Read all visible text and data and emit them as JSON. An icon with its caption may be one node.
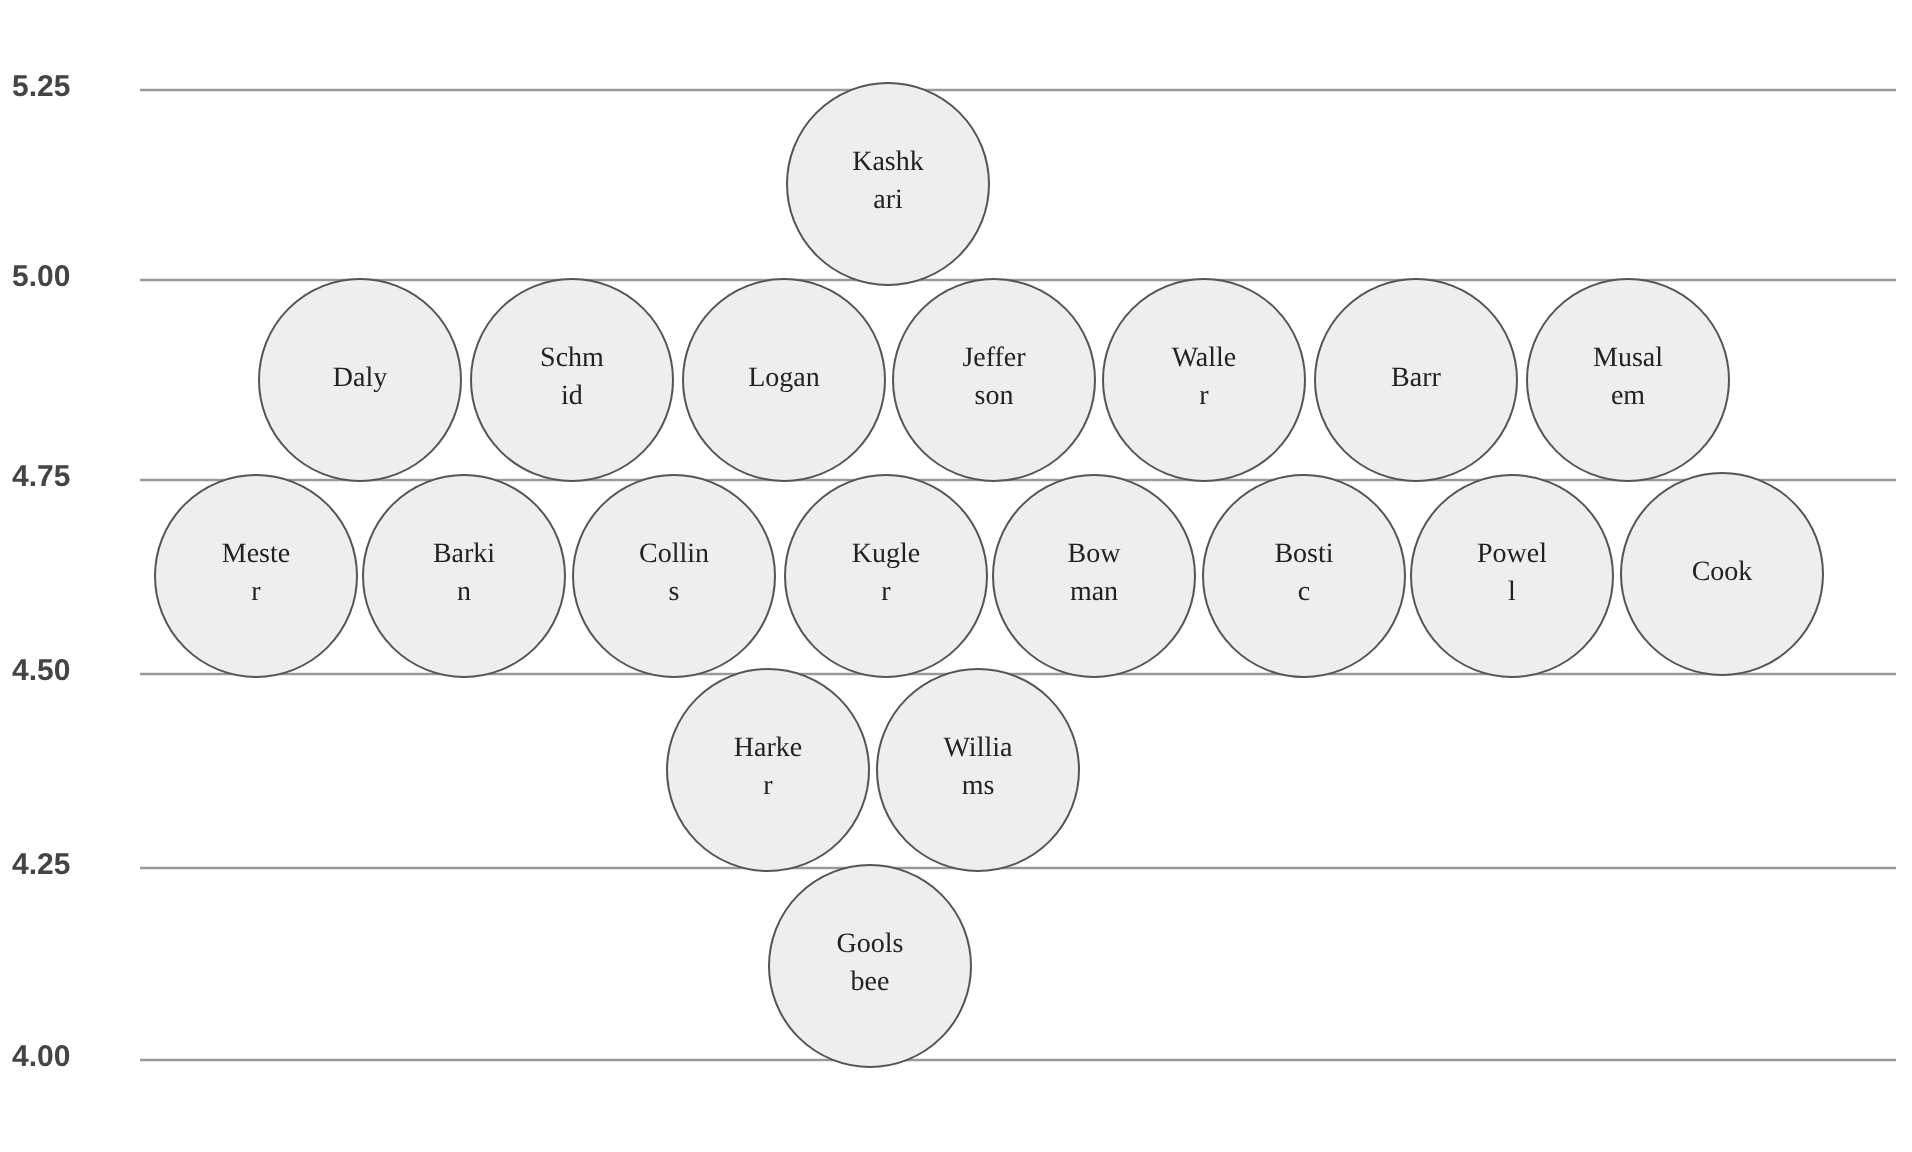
{
  "diagram": {
    "nodes": [
      {
        "text": [
          "Kashk ari"
        ]
      },
      {
        "text": [
          "Daly"
        ]
      },
      {
        "text": [
          "Schm id"
        ]
      },
      {
        "text": [
          "Logan"
        ]
      },
      {
        "text": [
          "Jeffer son"
        ]
      },
      {
        "text": [
          "Walle r"
        ]
      },
      {
        "text": [
          "Barr"
        ]
      },
      {
        "text": [
          "Musal em"
        ]
      },
      {
        "text": [
          "Meste r"
        ]
      },
      {
        "text": [
          "Barki n"
        ]
      },
      {
        "text": [
          "Collin s"
        ]
      },
      {
        "text": [
          "Kugle r"
        ]
      },
      {
        "text": [
          "Bow man"
        ]
      },
      {
        "text": [
          "Bosti c"
        ]
      },
      {
        "text": [
          "Powel l"
        ]
      },
      {
        "text": [
          "Cook"
        ]
      },
      {
        "text": [
          "Harke r"
        ]
      },
      {
        "text": [
          "Willia ms"
        ]
      },
      {
        "text": [
          "Gools bee"
        ]
      }
    ],
    "labels": [
      "5.25",
      "5.00",
      "4.75",
      "4.50",
      "4.25",
      "4.00"
    ]
  }
}
